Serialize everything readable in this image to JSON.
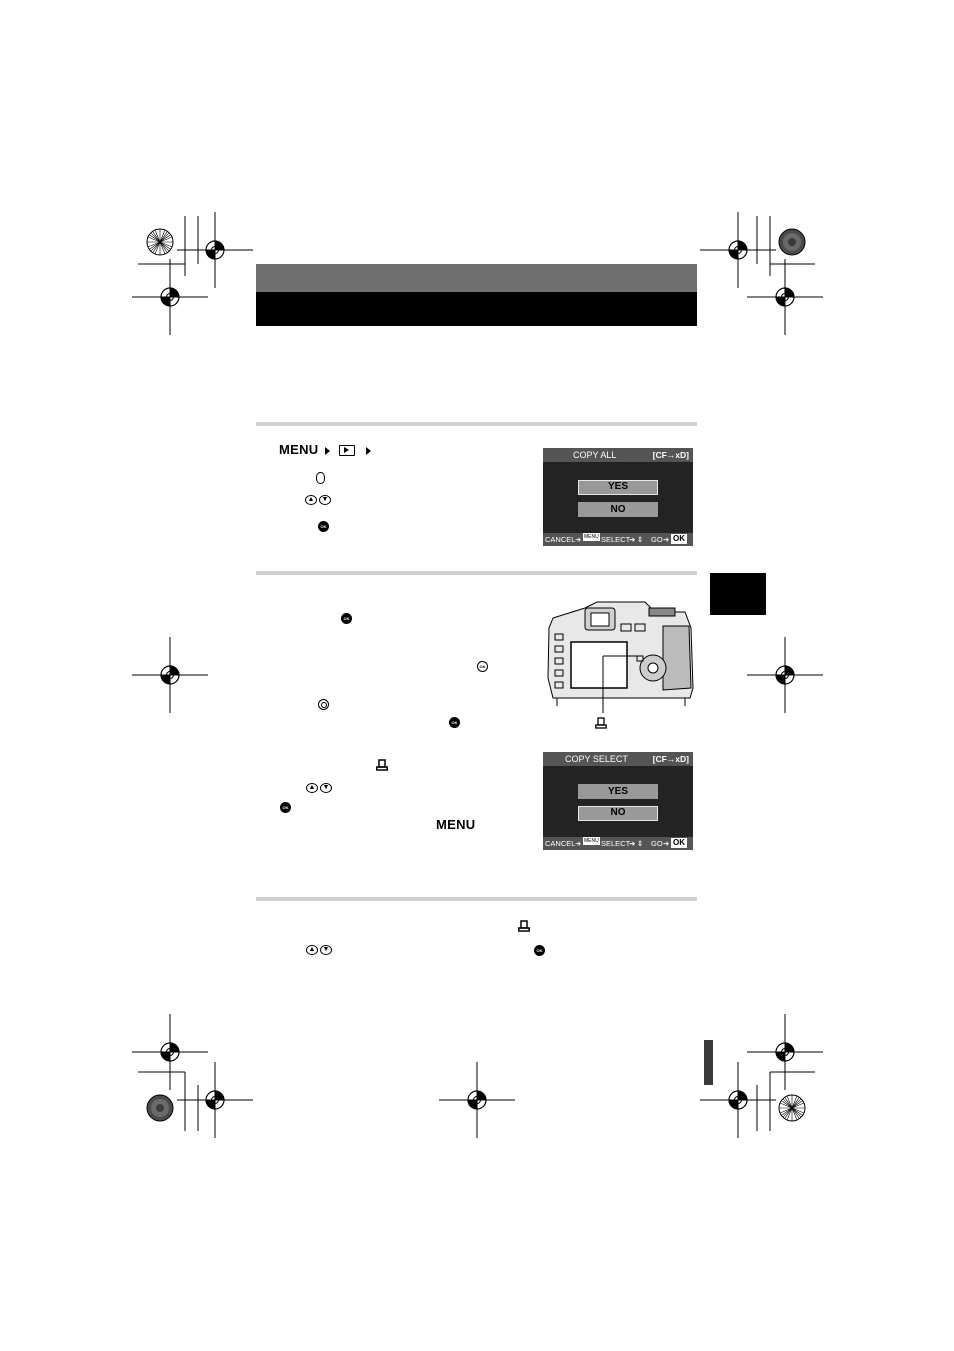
{
  "step1": {
    "menu_label": "MENU",
    "arrow_icon": "triangle-right-icon",
    "tab_icon": "playback-icon",
    "lines": [
      "dial-icon",
      "up-down-arrows-icon",
      "ok-button-icon"
    ]
  },
  "step2": {
    "icons": [
      "ok-button-icon",
      "ok-button-icon",
      "arrow-pad-icon",
      "ok-button-icon",
      "print-order-icon",
      "up-down-arrows-icon",
      "ok-button-icon"
    ],
    "menu_label": "MENU"
  },
  "step3": {
    "icons": [
      "print-order-icon",
      "up-down-arrows-icon",
      "ok-button-icon"
    ]
  },
  "copy_all_screen": {
    "title": "COPY ALL",
    "media": "[CF→xD]",
    "options": [
      "YES",
      "NO"
    ],
    "selected": "YES",
    "footer_cancel": "CANCEL",
    "footer_menu": "MENU",
    "footer_select": "SELECT",
    "footer_go": "GO",
    "footer_ok": "OK"
  },
  "copy_select_screen": {
    "title": "COPY SELECT",
    "media": "[CF→xD]",
    "options": [
      "YES",
      "NO"
    ],
    "selected": "NO",
    "footer_cancel": "CANCEL",
    "footer_menu": "MENU",
    "footer_select": "SELECT",
    "footer_go": "GO",
    "footer_ok": "OK"
  },
  "colors": {
    "header_grey": "#6f6f6f",
    "header_black": "#000000",
    "rule_grey": "#cfcfcf",
    "lcd_bg": "#232323",
    "lcd_bar": "#555555",
    "lcd_button": "#999999"
  }
}
